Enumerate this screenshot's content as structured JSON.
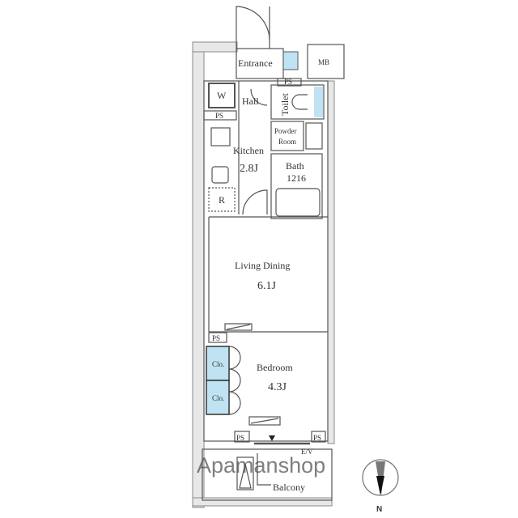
{
  "rooms": {
    "entrance": "Entrance",
    "mb": "MB",
    "ps": "PS",
    "washer": "W",
    "hall": "Hall",
    "toilet": "Toilet",
    "powder_room_1": "Powder",
    "powder_room_2": "Room",
    "kitchen": "Kitchen",
    "kitchen_size": "2.8J",
    "bath": "Bath",
    "bath_size": "1216",
    "refrigerator": "R",
    "living_dining": "Living Dining",
    "living_dining_size": "6.1J",
    "bedroom": "Bedroom",
    "bedroom_size": "4.3J",
    "closet": "Clo.",
    "ev": "E/V",
    "balcony": "Balcony"
  },
  "compass": {
    "north": "N"
  },
  "watermark": "Apamanshop",
  "colors": {
    "wall": "#e6e6e6",
    "line": "#555555",
    "fixture_blue": "#bfe3f2"
  }
}
